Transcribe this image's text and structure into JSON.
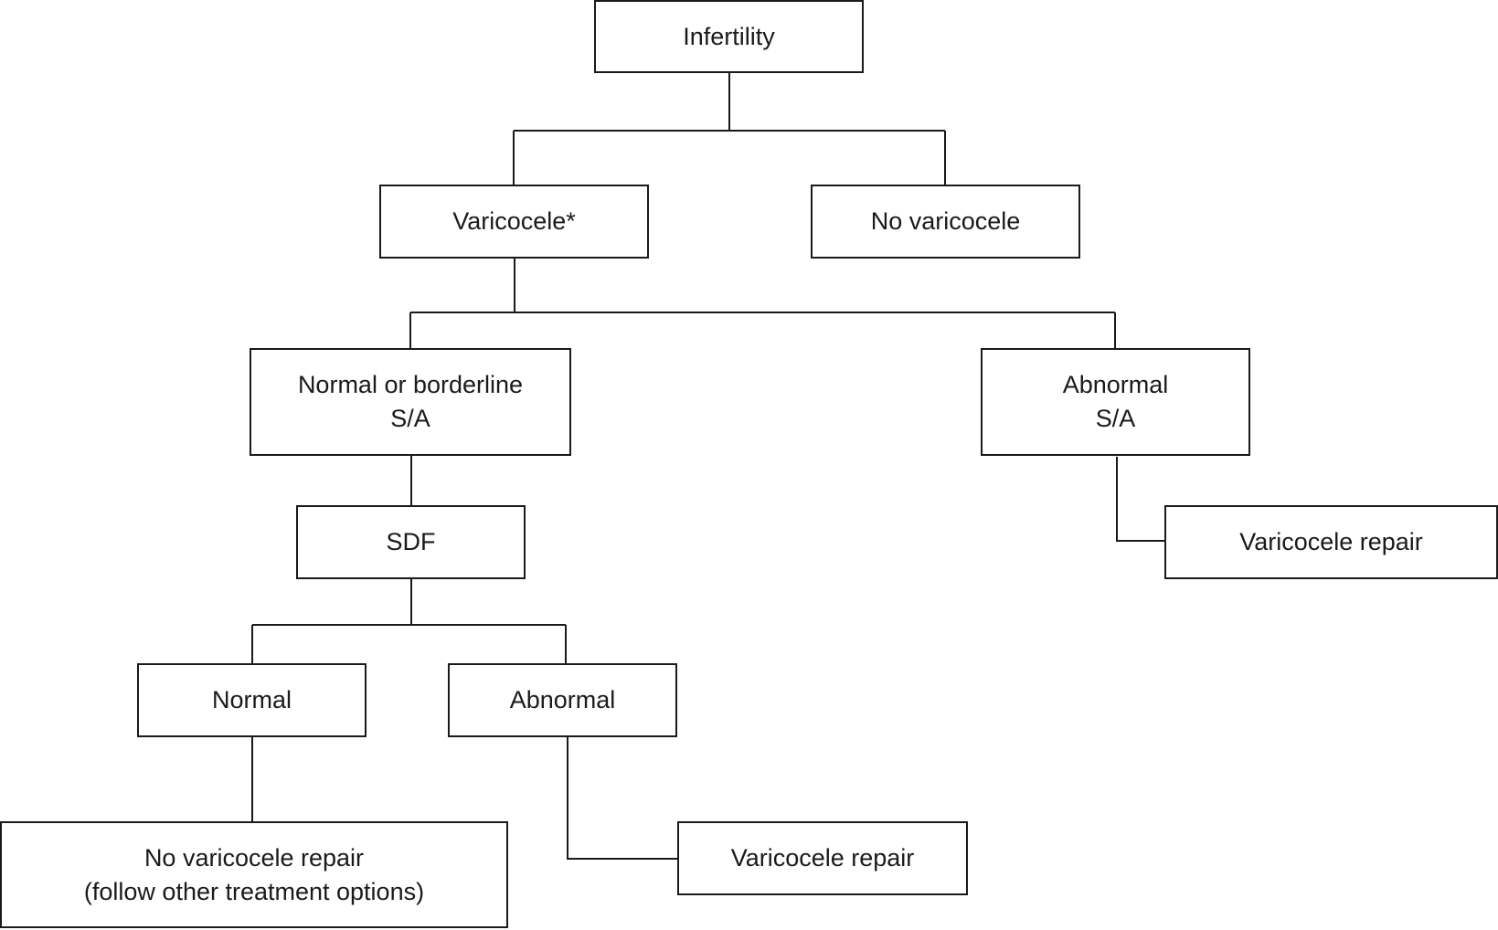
{
  "diagram": {
    "nodes": {
      "infertility": {
        "lines": [
          "Infertility"
        ]
      },
      "varicocele": {
        "lines": [
          "Varicocele*"
        ]
      },
      "no_varicocele": {
        "lines": [
          "No varicocele"
        ]
      },
      "normal_borderline_sa": {
        "lines": [
          "Normal or borderline",
          "S/A"
        ]
      },
      "abnormal_sa": {
        "lines": [
          "Abnormal",
          "S/A"
        ]
      },
      "sdf": {
        "lines": [
          "SDF"
        ]
      },
      "varicocele_repair_right": {
        "lines": [
          "Varicocele repair"
        ]
      },
      "normal": {
        "lines": [
          "Normal"
        ]
      },
      "abnormal": {
        "lines": [
          "Abnormal"
        ]
      },
      "no_varicocele_repair": {
        "lines": [
          "No varicocele repair",
          "(follow other treatment options)"
        ]
      },
      "varicocele_repair_bottom": {
        "lines": [
          "Varicocele repair"
        ]
      }
    },
    "colors": {
      "stroke": "#1a1a1a",
      "background": "#ffffff"
    }
  }
}
